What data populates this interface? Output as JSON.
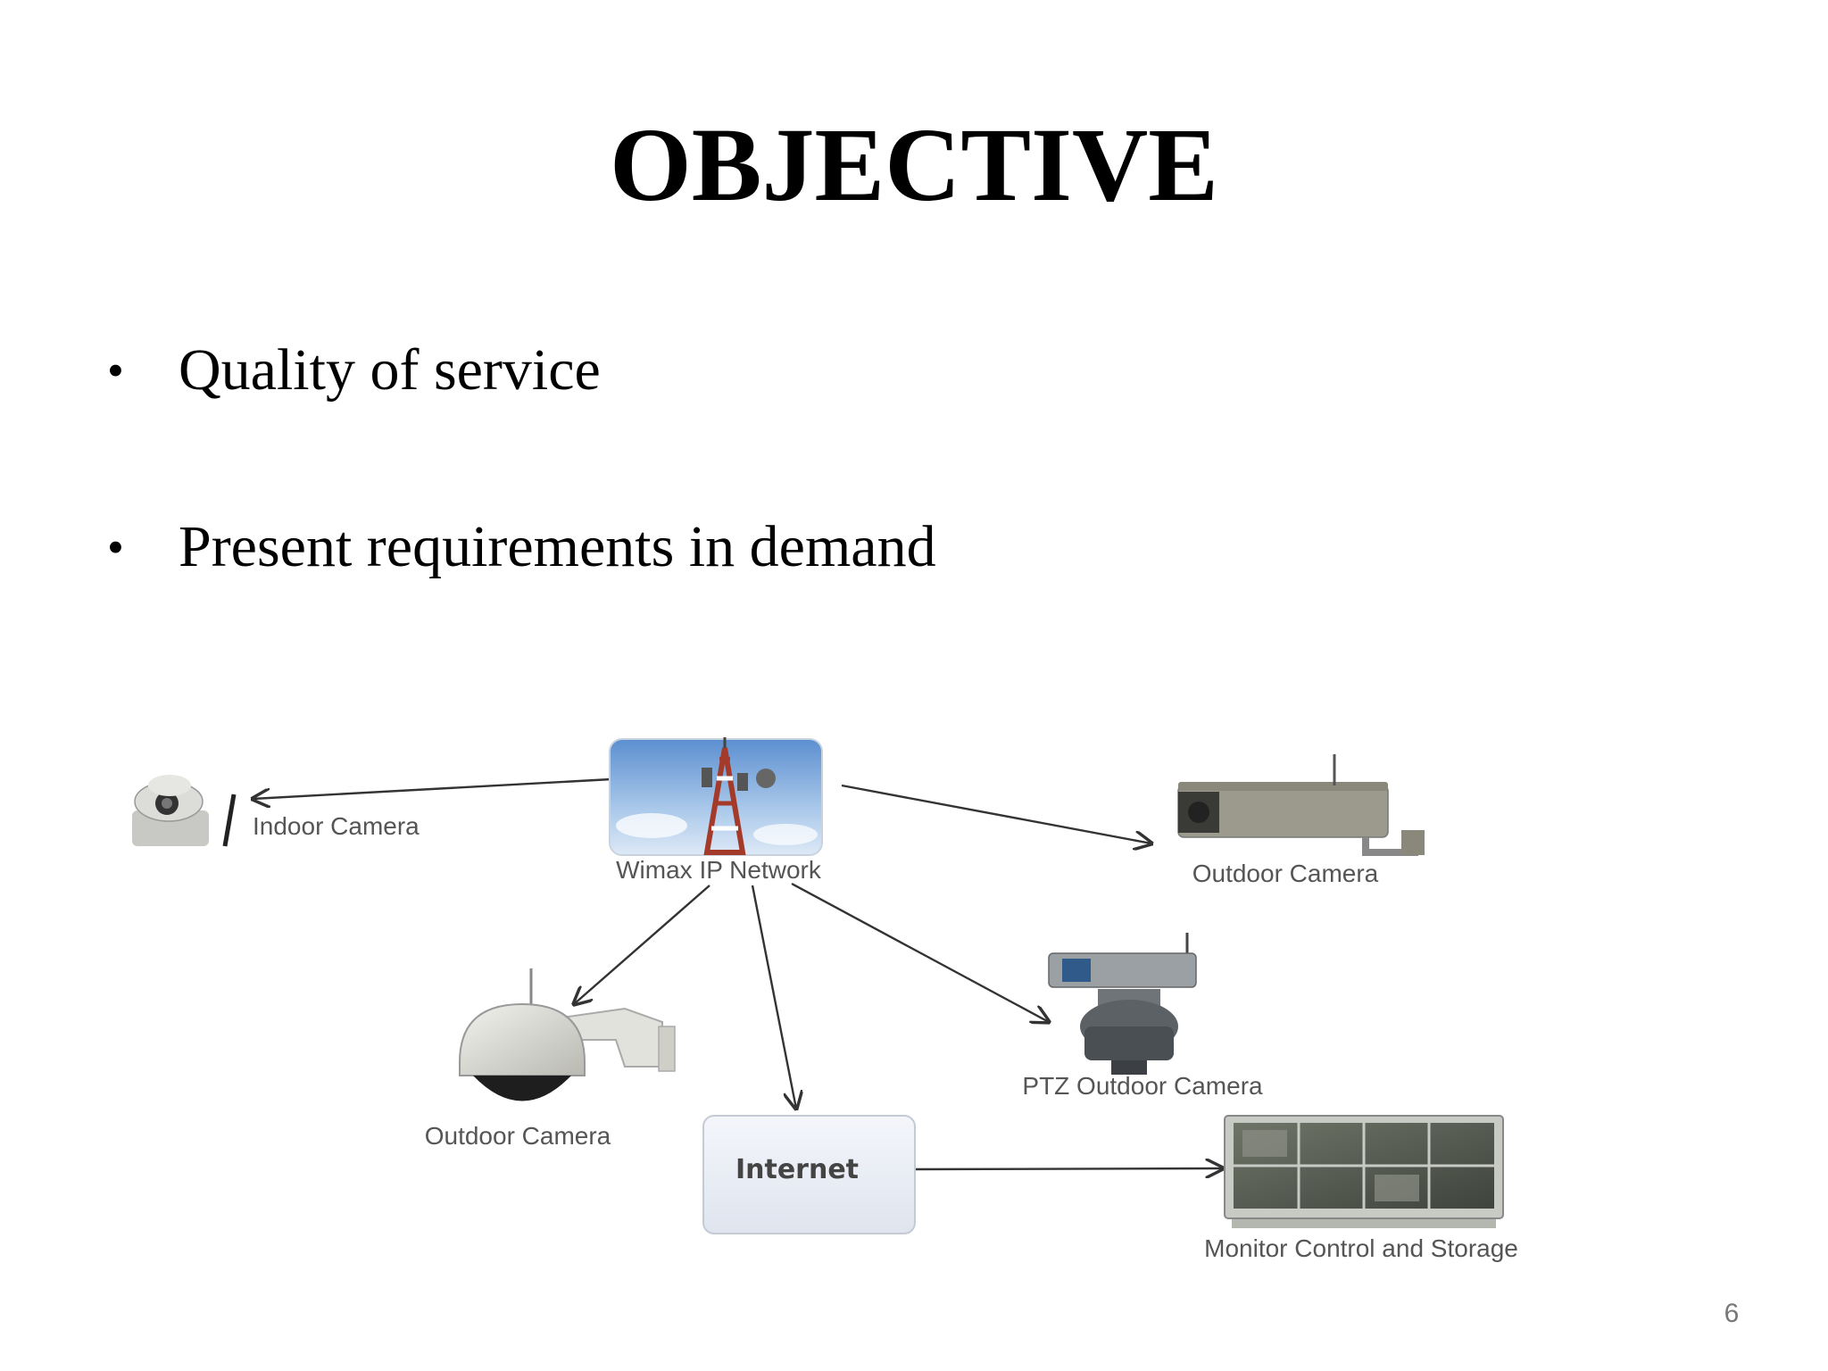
{
  "slide": {
    "title": "OBJECTIVE",
    "bullets": [
      "Quality of service",
      "Present requirements in demand"
    ],
    "page_number": "6"
  },
  "diagram": {
    "nodes": {
      "wimax": "Wimax IP Network",
      "indoor_camera": "Indoor Camera",
      "outdoor_camera_bullet": "Outdoor Camera",
      "outdoor_camera_dome": "Outdoor Camera",
      "ptz_camera": "PTZ Outdoor Camera",
      "internet": "Internet",
      "monitor": "Monitor Control and Storage"
    },
    "icons": [
      "tower-icon",
      "indoor-camera-icon",
      "bullet-camera-icon",
      "dome-camera-icon",
      "ptz-camera-icon",
      "monitor-icon"
    ]
  }
}
